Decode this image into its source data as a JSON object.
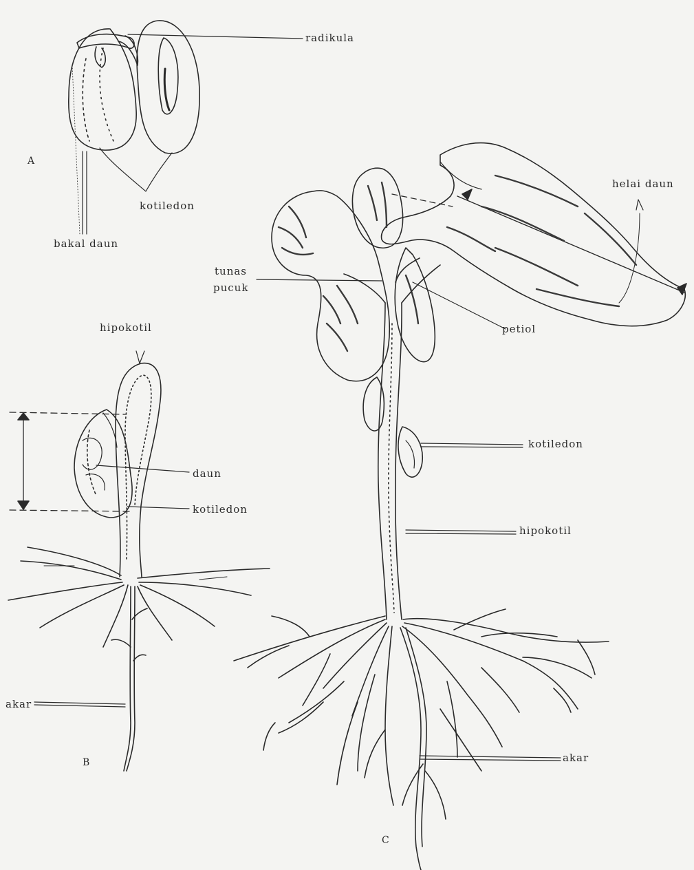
{
  "panels": {
    "a": "A",
    "b": "B",
    "c": "C"
  },
  "labels_a": {
    "radikula": "radikula",
    "kotiledon": "kotiledon",
    "bakal_daun": "bakal daun"
  },
  "labels_b": {
    "hipokotil": "hipokotil",
    "daun": "daun",
    "kotiledon": "kotiledon",
    "akar": "akar"
  },
  "labels_c": {
    "helai_daun": "helai daun",
    "tunas_pucuk_1": "tunas",
    "tunas_pucuk_2": "pucuk",
    "petiol": "petiol",
    "kotiledon": "kotiledon",
    "hipokotil": "hipokotil",
    "akar": "akar"
  },
  "colors": {
    "ink": "#2a2a2a",
    "paper": "#f4f4f2",
    "shade": "#3a3a3a"
  }
}
